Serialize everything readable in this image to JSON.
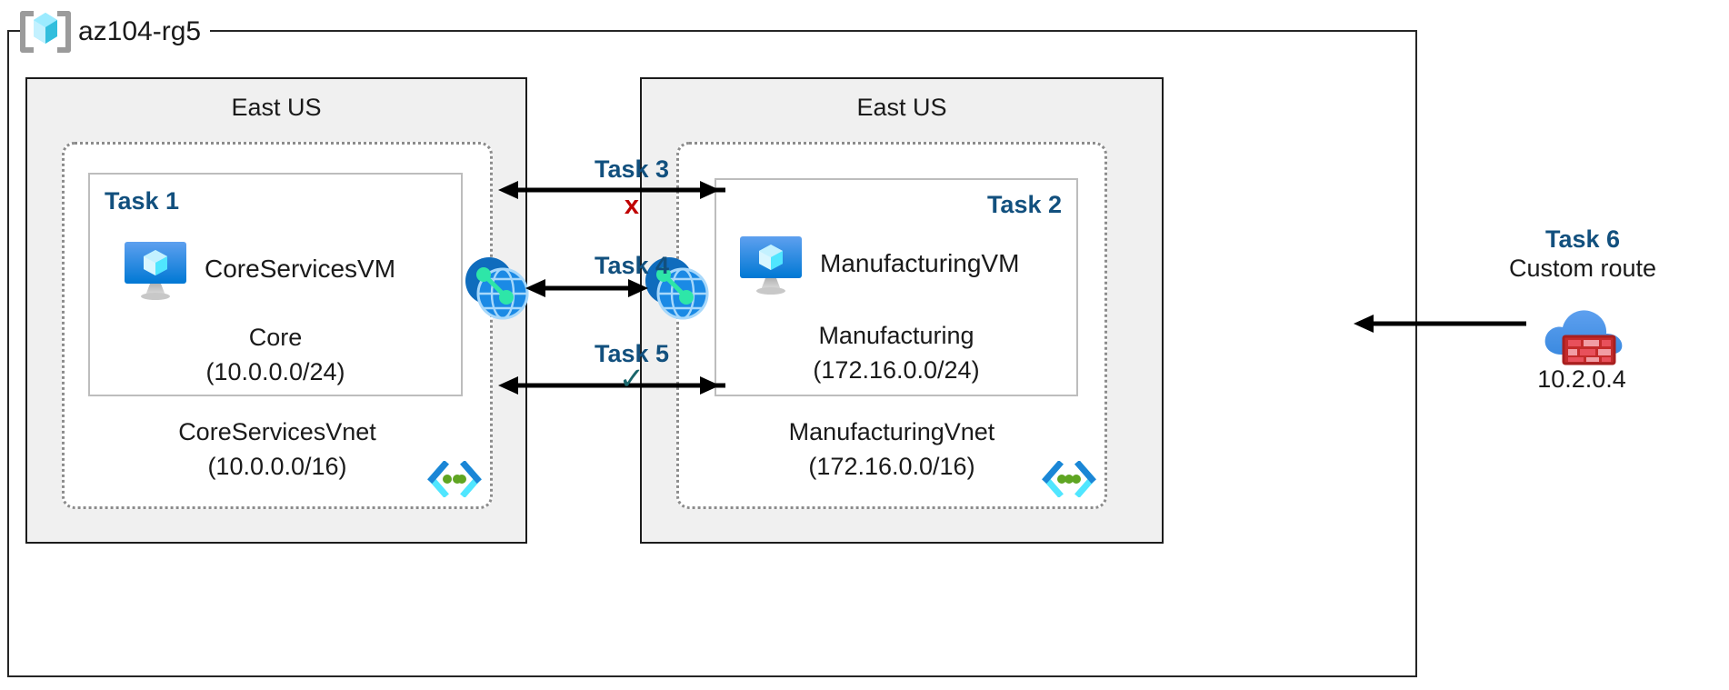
{
  "diagram": {
    "resource_group": {
      "name": "az104-rg5",
      "icon": "resource-group-cube-icon"
    },
    "regions": [
      {
        "id": "left",
        "label": "East US"
      },
      {
        "id": "right",
        "label": "East US"
      }
    ],
    "vnets": [
      {
        "id": "core",
        "name": "CoreServicesVnet",
        "address_space": "(10.0.0.0/16)",
        "badge_icon": "virtual-network-icon",
        "subnet": {
          "task_tag": "Task 1",
          "vm_name": "CoreServicesVM",
          "vm_icon": "virtual-machine-icon",
          "subnet_name": "Core",
          "subnet_prefix": "(10.0.0.0/24)"
        }
      },
      {
        "id": "manufacturing",
        "name": "ManufacturingVnet",
        "address_space": "(172.16.0.0/16)",
        "badge_icon": "virtual-network-icon",
        "subnet": {
          "task_tag": "Task 2",
          "vm_name": "ManufacturingVM",
          "vm_icon": "virtual-machine-icon",
          "subnet_name": "Manufacturing",
          "subnet_prefix": "(172.16.0.0/24)"
        }
      }
    ],
    "peering_icons": [
      {
        "id": "peer-left",
        "icon": "vnet-peering-icon"
      },
      {
        "id": "peer-right",
        "icon": "vnet-peering-icon"
      }
    ],
    "middle_tasks": [
      {
        "id": "task3",
        "label": "Task 3",
        "mark": "x",
        "mark_kind": "cross",
        "arrows": "two-opposing"
      },
      {
        "id": "task4",
        "label": "Task 4",
        "mark": "",
        "mark_kind": "none",
        "arrows": "double-headed"
      },
      {
        "id": "task5",
        "label": "Task 5",
        "mark": "✓",
        "mark_kind": "checkmark",
        "arrows": "two-opposing"
      }
    ],
    "task6": {
      "label": "Task 6",
      "description": "Custom route",
      "icon": "firewall-cloud-icon",
      "ip_address": "10.2.0.4",
      "arrow": "left-pointing"
    },
    "colors": {
      "task_blue": "#12507e",
      "cross_red": "#c00000",
      "check_teal": "#19666b",
      "region_fill": "#f0f0f0",
      "region_border": "#1c1c1c",
      "vnet_border": "#8c8c8c",
      "subnet_border": "#bdbdbd",
      "arrow_black": "#000000",
      "azure_blue": "#0078d4"
    }
  }
}
